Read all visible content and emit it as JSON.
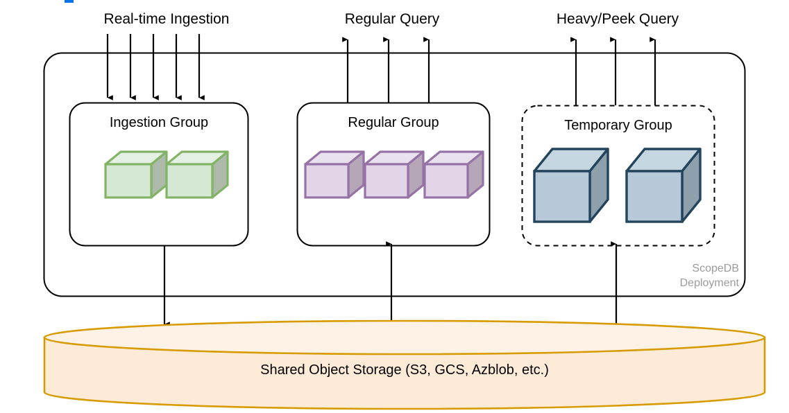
{
  "diagram": {
    "title_labels": {
      "ingestion": "Real-time Ingestion",
      "regular_query": "Regular Query",
      "heavy_query": "Heavy/Peek Query"
    },
    "deployment": {
      "label": "ScopeDB\nDeployment",
      "border_color": "#000000",
      "label_color": "#9b9b9b"
    },
    "groups": [
      {
        "name": "ingestion-group",
        "label": "Ingestion Group",
        "border_style": "solid",
        "node_count": 2,
        "node_color": "#d5e8d4",
        "node_top_color": "#e4f0e3",
        "node_side_color": "#adb9a9",
        "node_border_color": "#82b366",
        "inbound_arrows": 5,
        "storage_direction": "write"
      },
      {
        "name": "regular-group",
        "label": "Regular Group",
        "border_style": "solid",
        "node_count": 3,
        "node_color": "#e1d5e7",
        "node_top_color": "#eae1ee",
        "node_side_color": "#b5a7b8",
        "node_border_color": "#9673a6",
        "inbound_arrows": 3,
        "storage_direction": "read"
      },
      {
        "name": "temporary-group",
        "label": "Temporary Group",
        "border_style": "dashed",
        "node_count": 2,
        "node_color": "#b7c9d8",
        "node_top_color": "#c6d6e1",
        "node_side_color": "#8fa0ad",
        "node_border_color": "#23445d",
        "inbound_arrows": 3,
        "storage_direction": "read"
      }
    ],
    "storage": {
      "label": "Shared Object Storage (S3, GCS, Azblob, etc.)",
      "fill_color": "#fdebd8",
      "top_fill_color": "#fdf2e5",
      "border_color": "#d79b00"
    },
    "accent_mark_color": "#0b72e7"
  }
}
